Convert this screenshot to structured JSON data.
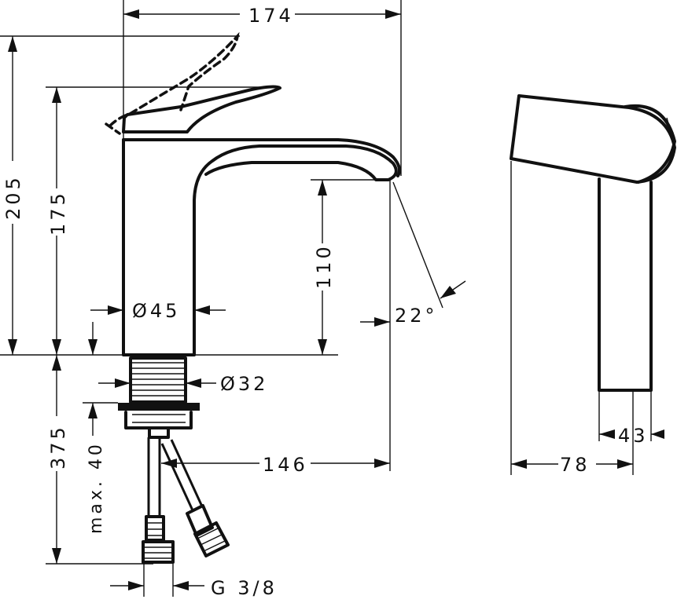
{
  "dimensions": {
    "width_total": "174",
    "height_total": "205",
    "height_lever": "175",
    "spout_clearance": "110",
    "body_diameter": "Ø45",
    "thread_diameter": "Ø32",
    "spout_angle": "22°",
    "shank_length": "375",
    "max_deck": "max. 40",
    "projection": "146",
    "connection": "G 3/8",
    "side_depth": "78",
    "side_base": "43"
  }
}
